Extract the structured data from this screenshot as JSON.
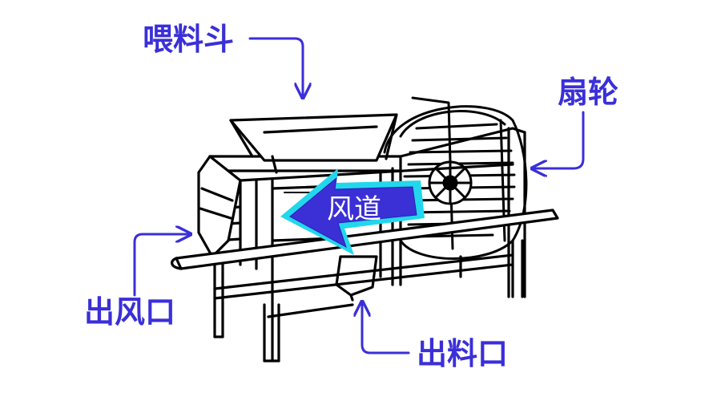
{
  "labels": {
    "hopper": "喂料斗",
    "fan_wheel": "扇轮",
    "air_outlet": "出风口",
    "material_outlet": "出料口",
    "air_duct": "风道"
  },
  "colors": {
    "label": "#3a2fd8",
    "arrow_fill": "#3b2fd6",
    "arrow_outline": "#22d7ec",
    "line": "#000000"
  }
}
